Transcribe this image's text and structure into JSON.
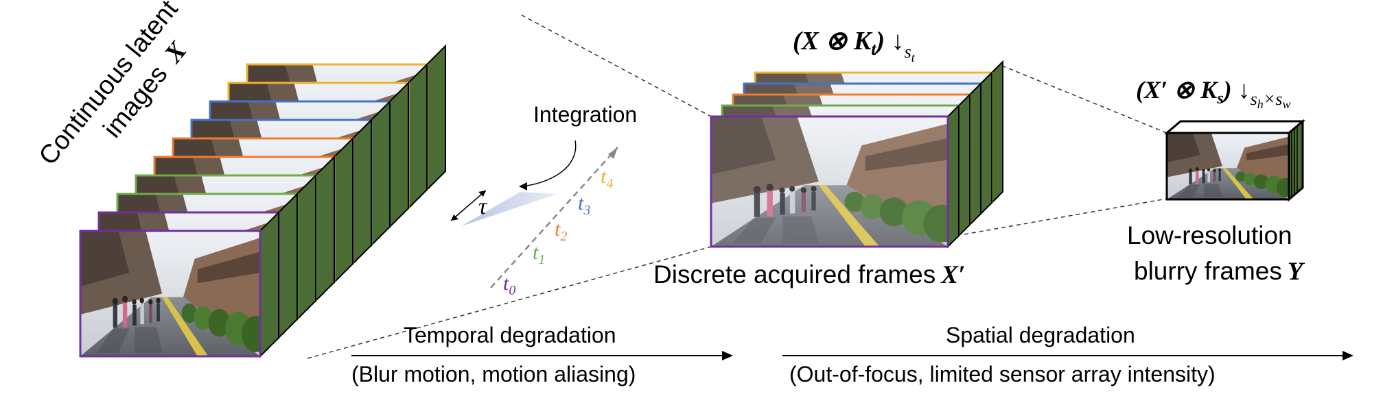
{
  "left_label": {
    "line1": "Continuous latent",
    "line2": "images",
    "symbol": "X"
  },
  "integration": {
    "label": "Integration",
    "tau": "τ"
  },
  "time_marks": [
    {
      "label": "t",
      "sub": "0",
      "color": "#7030a0"
    },
    {
      "label": "t",
      "sub": "1",
      "color": "#70ad47"
    },
    {
      "label": "t",
      "sub": "2",
      "color": "#ed7d31"
    },
    {
      "label": "t",
      "sub": "3",
      "color": "#4472c4"
    },
    {
      "label": "t",
      "sub": "4",
      "color": "#f2b134"
    }
  ],
  "frame_colors": [
    "#7030a0",
    "#70ad47",
    "#ed7d31",
    "#4472c4",
    "#f2b134"
  ],
  "middle": {
    "formula_main": "(X ⊗ K",
    "formula_sub": "t",
    "formula_close": ") ↓",
    "formula_down_sub": "s",
    "formula_down_subsub": "t",
    "caption": "Discrete acquired frames",
    "caption_symbol": "X′"
  },
  "right": {
    "formula_main": "(X′ ⊗ K",
    "formula_sub": "s",
    "formula_close": ") ↓",
    "formula_down_sub": "s",
    "formula_down_h": "h",
    "formula_times": "×s",
    "formula_down_w": "w",
    "caption_line1": "Low-resolution",
    "caption_line2": "blurry frames",
    "caption_symbol": "Y"
  },
  "axes": {
    "temporal_title": "Temporal degradation",
    "temporal_sub": "(Blur motion, motion aliasing)",
    "spatial_title": "Spatial degradation",
    "spatial_sub": "(Out-of-focus, limited sensor array intensity)"
  }
}
